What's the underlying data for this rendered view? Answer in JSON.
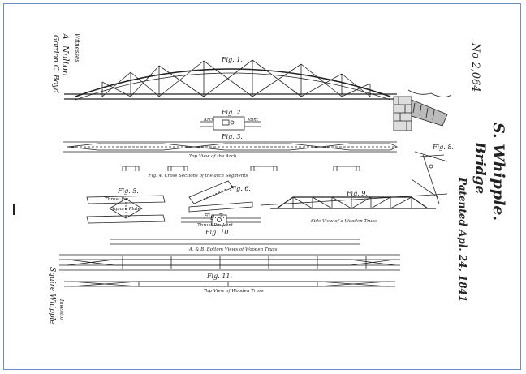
{
  "patent": {
    "number": "No 2,064",
    "inventor_name": "S. Whipple.",
    "subject": "Bridge",
    "patented": "Patented Apl. 24, 1841"
  },
  "witnesses": {
    "heading": "Witnesses",
    "names": [
      "A. Nolton",
      "Gordon C. Boyd"
    ]
  },
  "inventor_block": {
    "heading": "Inventor",
    "signature": "Squire Whipple"
  },
  "figures": {
    "fig1": "Fig. 1.",
    "fig2": "Fig. 2.",
    "fig2_arch": "Arch",
    "fig2_joint": "Joint",
    "fig3": "Fig. 3.",
    "fig3_caption": "Top View of the Arch",
    "fig4_caption": "Fig. 4. Cross Sections of the arch Segments",
    "fig5": "Fig. 5.",
    "fig5_thrust": "Thrust Pin",
    "fig5_plate": "Square Plate",
    "fig6": "Fig. 6.",
    "fig7": "Fig. 7.",
    "fig7_caption": "Thrust Pin Joint",
    "fig8": "Fig. 8.",
    "fig9": "Fig. 9.",
    "fig9_caption": "Side View of a Wooden Truss",
    "fig10": "Fig. 10.",
    "fig10_caption": "A. & B. Bottom Views of Wooden Truss",
    "fig11": "Fig. 11.",
    "fig11_caption": "Top View of Wooden Truss"
  },
  "colors": {
    "ink": "#222222",
    "frame_border": "#6a8cc8"
  }
}
